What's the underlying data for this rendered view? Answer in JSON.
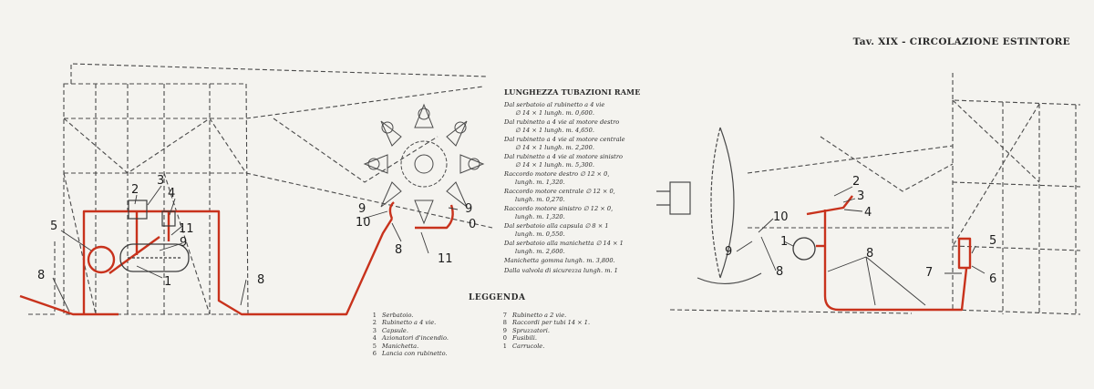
{
  "plate_title": "Tav. XIX - CIRCOLAZIONE ESTINTORE",
  "pipe_lengths": {
    "heading": "LUNGHEZZA TUBAZIONI RAME",
    "rows": [
      {
        "l1": "Dal serbatoio al rubinetto a 4 vie",
        "l2": "∅ 14 × 1 lungh. m. 0,600."
      },
      {
        "l1": "Dal rubinetto a 4 vie al motore destro",
        "l2": "∅ 14 × 1 lungh. m. 4,650."
      },
      {
        "l1": "Dal rubinetto a 4 vie al motore centrale",
        "l2": "∅ 14 × 1 lungh. m. 2,200."
      },
      {
        "l1": "Dal rubinetto a 4 vie al motore sinistro",
        "l2": "∅ 14 × 1 lungh. m. 5,300."
      },
      {
        "l1": "Raccordo motore destro ∅ 12 × 0,",
        "l2": "lungh. m. 1,320."
      },
      {
        "l1": "Raccordo motore centrale ∅ 12 × 0,",
        "l2": "lungh. m. 0,270."
      },
      {
        "l1": "Raccordo motore sinistro ∅ 12 × 0,",
        "l2": "lungh. m. 1,320."
      },
      {
        "l1": "Dal serbatoio alla capsula ∅ 8 × 1",
        "l2": "lungh. m. 0,550."
      },
      {
        "l1": "Dal serbatoio alla manichetta ∅ 14 × 1",
        "l2": "lungh. m. 2,600."
      },
      {
        "l1": "Manichetta gomma lungh. m. 3,800.",
        "l2": ""
      },
      {
        "l1": "Dalla valvola di sicurezza lungh. m. 1",
        "l2": ""
      }
    ]
  },
  "legend": {
    "title": "LEGGENDA",
    "col1": [
      {
        "n": "1",
        "label": "Serbatoio."
      },
      {
        "n": "2",
        "label": "Rubinetto a 4 vie."
      },
      {
        "n": "3",
        "label": "Capsule."
      },
      {
        "n": "4",
        "label": "Azionatori d'incendio."
      },
      {
        "n": "5",
        "label": "Manichetta."
      },
      {
        "n": "6",
        "label": "Lancia con rubinetto."
      }
    ],
    "col2": [
      {
        "n": "7",
        "label": "Rubinetto a 2 vie."
      },
      {
        "n": "8",
        "label": "Raccordi per tubi 14 × 1."
      },
      {
        "n": "9",
        "label": "Spruzzatori."
      },
      {
        "n": "0",
        "label": "Fusibili."
      },
      {
        "n": "1",
        "label": "Carrucole."
      }
    ]
  },
  "callouts_left": {
    "n2": "2",
    "n3": "3",
    "n4": "4",
    "n5": "5",
    "n11a": "11",
    "n9a": "9",
    "n1": "1",
    "n8a": "8",
    "n8b": "8",
    "n9b": "9",
    "n10": "10",
    "n9c": "9",
    "n0": "0",
    "n8c": "8",
    "n11b": "11"
  },
  "callouts_right": {
    "n2": "2",
    "n3": "3",
    "n4": "4",
    "n10": "10",
    "n1": "1",
    "n9": "9",
    "n8a": "8",
    "n8b": "8",
    "n5": "5",
    "n7": "7",
    "n6": "6"
  },
  "colors": {
    "pipe": "#c8321c",
    "ink": "#3a3a3a",
    "paper": "#f4f3ef"
  }
}
